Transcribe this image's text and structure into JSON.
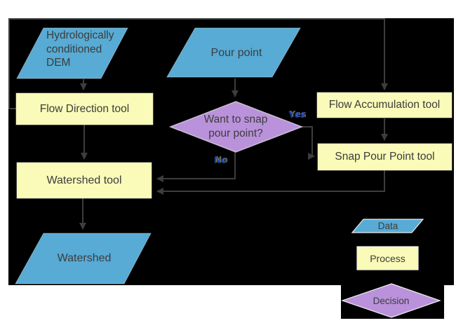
{
  "colors": {
    "figure_bg": "#000000",
    "data_fill": "#57abd5",
    "process_fill": "#fafab9",
    "decision_fill": "#ba92db",
    "connector": "#3d3d3d",
    "node_text": "#3c3c3c",
    "branch_text": "#2f3fd0"
  },
  "nodes": {
    "dem": {
      "label": "Hydrologically conditioned DEM",
      "kind": "data"
    },
    "pour_point": {
      "label": "Pour point",
      "kind": "data"
    },
    "flow_direction": {
      "label": "Flow Direction tool",
      "kind": "process"
    },
    "flow_accumulation": {
      "label": "Flow Accumulation tool",
      "kind": "process"
    },
    "snap_pour_point": {
      "label": "Snap Pour Point tool",
      "kind": "process"
    },
    "snap_decision": {
      "label": "Want to snap pour point?",
      "kind": "decision"
    },
    "watershed_tool": {
      "label": "Watershed tool",
      "kind": "process"
    },
    "watershed": {
      "label": "Watershed",
      "kind": "data"
    }
  },
  "branches": {
    "yes": "Yes",
    "no": "No"
  },
  "legend": {
    "data": "Data",
    "process": "Process",
    "decision": "Decision"
  }
}
